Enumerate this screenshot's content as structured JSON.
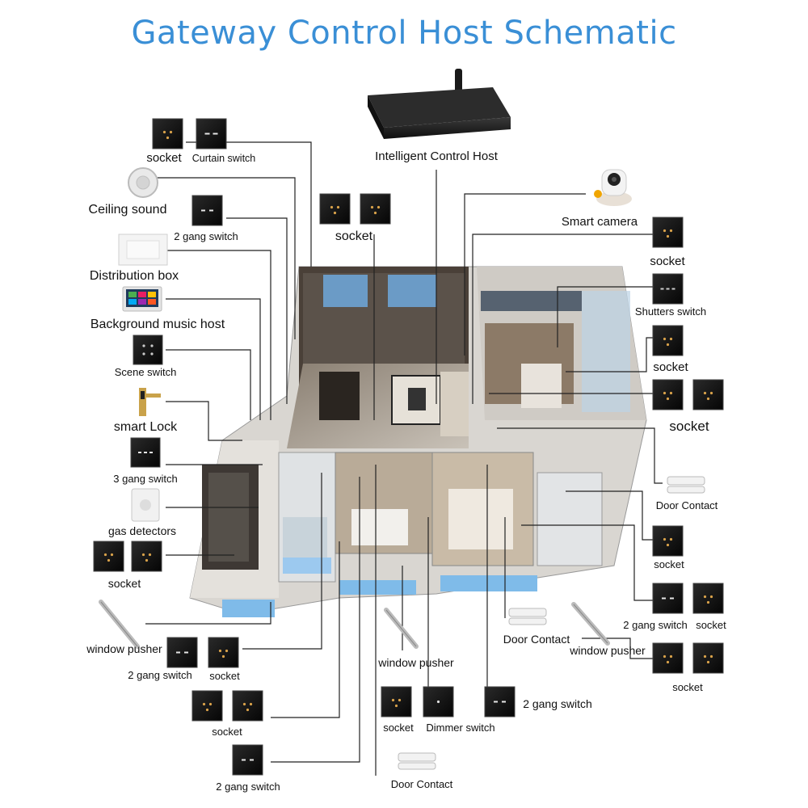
{
  "title": "Gateway Control Host Schematic",
  "host_label": "Intelligent Control Host",
  "left": {
    "socket_top": "socket",
    "curtain_switch": "Curtain switch",
    "ceiling_sound": "Ceiling sound",
    "two_gang_switch_top": "2 gang switch",
    "distribution_box": "Distribution box",
    "background_music_host": "Background music host",
    "scene_switch": "Scene switch",
    "smart_lock": "smart Lock",
    "three_gang_switch": "3 gang switch",
    "gas_detectors": "gas detectors",
    "socket_left": "socket",
    "window_pusher": "window pusher"
  },
  "center": {
    "socket_pair_label": "socket"
  },
  "right": {
    "smart_camera": "Smart camera",
    "socket_r1": "socket",
    "shutters_switch": "Shutters switch",
    "socket_r2": "socket",
    "socket_r3": "socket",
    "door_contact_r": "Door Contact",
    "socket_r4": "socket",
    "two_gang_switch_r": "2 gang switch",
    "socket_r5": "socket",
    "socket_r6": "socket"
  },
  "bottom": {
    "two_gang_switch_b1": "2 gang switch",
    "socket_b1": "socket",
    "socket_b2": "socket",
    "two_gang_switch_b2": "2 gang switch",
    "window_pusher_b": "window pusher",
    "socket_b3": "socket",
    "dimmer_switch": "Dimmer switch",
    "door_contact_b": "Door Contact",
    "two_gang_switch_b3": "2 gang switch",
    "door_contact_mid": "Door Contact",
    "window_pusher_r": "window pusher"
  },
  "colors": {
    "title": "#3a8fd6",
    "panel": "#141414",
    "panel_edge": "#3a3a3a",
    "wire": "#222222",
    "house_floor": "#b9b4ac",
    "house_wall": "#e8e6e2",
    "house_dark": "#3c3632",
    "window_blue": "#6fb3e8"
  }
}
